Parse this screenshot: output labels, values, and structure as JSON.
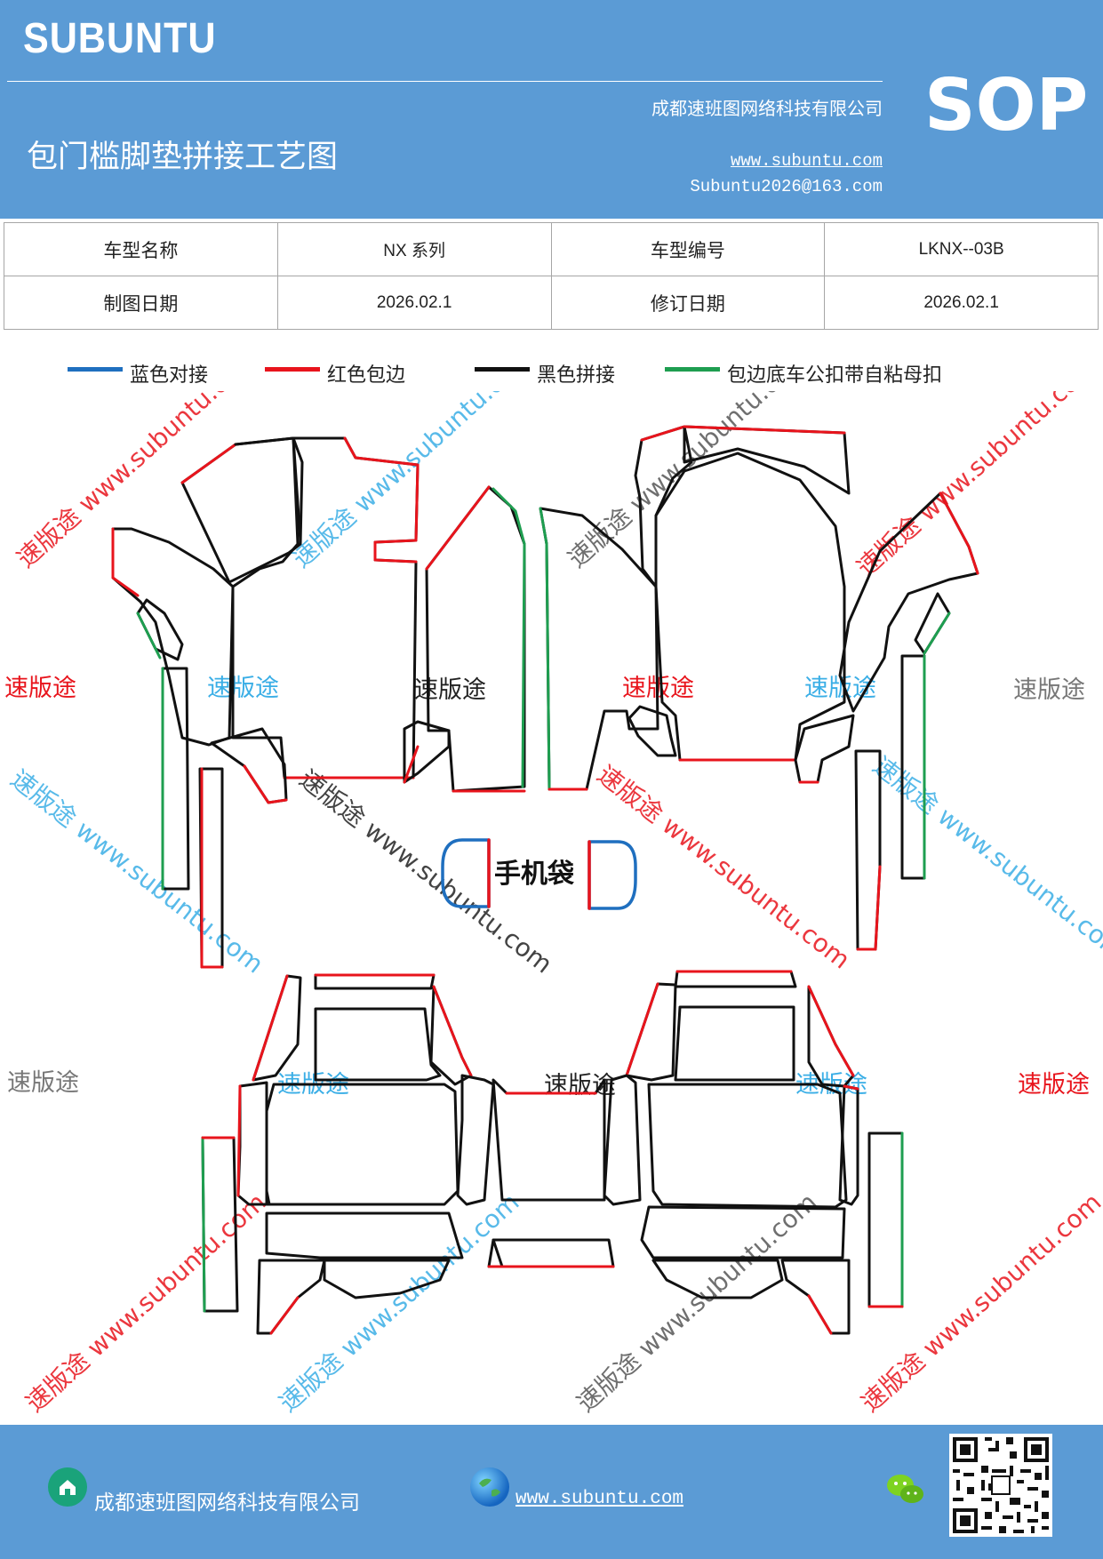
{
  "header": {
    "brand": "SUBUNTU",
    "company": "成都速班图网络科技有限公司",
    "title": "包门槛脚垫拼接工艺图",
    "website": "www.subuntu.com",
    "email": "Subuntu2026@163.com",
    "badge": "SOP"
  },
  "info_table": {
    "rows": [
      {
        "label1": "车型名称",
        "value1": "NX 系列",
        "label2": "车型编号",
        "value2": "LKNX--03B"
      },
      {
        "label1": "制图日期",
        "value1": "2026.02.1",
        "label2": "修订日期",
        "value2": "2026.02.1"
      }
    ]
  },
  "legend": [
    {
      "label": "蓝色对接",
      "color": "#1f6fbf"
    },
    {
      "label": "红色包边",
      "color": "#e8141c"
    },
    {
      "label": "黑色拼接",
      "color": "#111111"
    },
    {
      "label": "包边底车公扣带自粘母扣",
      "color": "#1e9e50"
    }
  ],
  "diagram": {
    "phone_bag_label": "手机袋",
    "watermark_cn": "速版途",
    "watermark_diag": "速版途 www.subuntu.com",
    "watermark_colors": {
      "red": "#e8141c",
      "blue": "#3aaee6",
      "gray": "#777777",
      "black": "#222222"
    }
  },
  "footer": {
    "company": "成都速班图网络科技有限公司",
    "website": "www.subuntu.com "
  }
}
